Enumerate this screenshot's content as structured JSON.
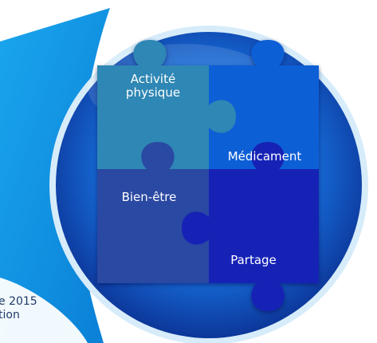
{
  "pieces": [
    {
      "id": "activite",
      "lines": [
        "Activité",
        "physique"
      ],
      "color": "#2f87b4"
    },
    {
      "id": "medicament",
      "lines": [
        "Médicament"
      ],
      "color": "#0f5fd6"
    },
    {
      "id": "bien_etre",
      "lines": [
        "Bien-être"
      ],
      "color": "#2a4aa2"
    },
    {
      "id": "partage",
      "lines": [
        "Partage"
      ],
      "color": "#1920b6"
    }
  ],
  "side_text": [
    "e 2015",
    "tion"
  ],
  "colors": {
    "banner": "#0d95e2",
    "circle_center": "#2f8ce8",
    "circle_edge": "#0a2a8a",
    "rim": "#8ec9f2"
  }
}
